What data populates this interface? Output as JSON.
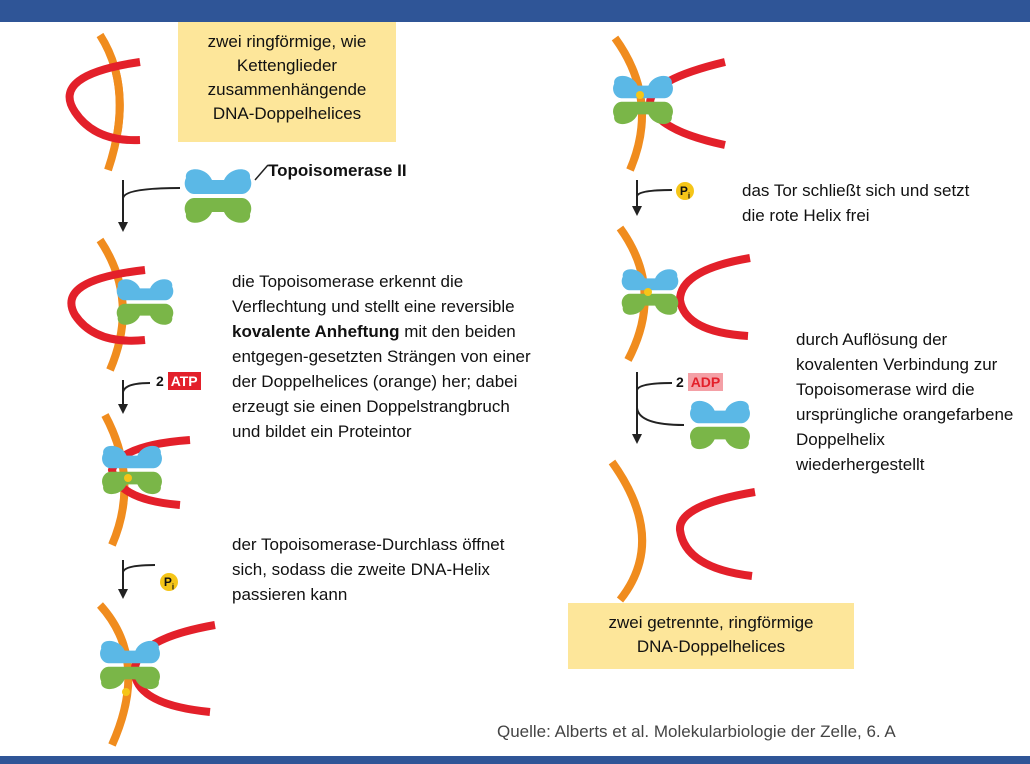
{
  "top_note": [
    "zwei ringförmige, wie",
    "Kettenglieder",
    "zusammenhängende",
    "DNA-Doppelhelices"
  ],
  "enzyme_label": "Topoisomerase II",
  "step1": {
    "before": "die Topoisomerase erkennt die Verflechtung und stellt eine reversible ",
    "bold": "kovalente Anheftung",
    "after": " mit den beiden entgegen-gesetzten Strängen von einer der Doppelhelices (orange) her; dabei erzeugt sie einen Doppelstrangbruch und bildet ein Proteintor"
  },
  "step2": "der Topoisomerase-Durchlass öffnet sich, sodass die zweite DNA-Helix passieren kann",
  "step3": "das Tor schließt sich und setzt die rote Helix frei",
  "step4": "durch Auflösung der kovalenten Verbindung zur Topoisomerase wird die ursprüngliche orangefarbene Doppelhelix wiederhergestellt",
  "bottom_note": [
    "zwei getrennte, ringförmige",
    "DNA-Doppelhelices"
  ],
  "atp": {
    "count": "2",
    "label": "ATP"
  },
  "adp": {
    "count": "2",
    "label": "ADP"
  },
  "pi": {
    "main": "P",
    "sub": "i"
  },
  "source": "Quelle: Alberts et al. Molekularbiologie der Zelle, 6. A",
  "colors": {
    "band": "#2f5597",
    "orange_dna": "#f08c1e",
    "red_dna": "#e3202a",
    "enzyme_blue": "#5bb8e6",
    "enzyme_green": "#7ab648",
    "note_bg": "#fde69a",
    "atp_red": "#e3202a",
    "adp_pink": "#f4a0a6",
    "pi_yellow": "#f5c518"
  }
}
